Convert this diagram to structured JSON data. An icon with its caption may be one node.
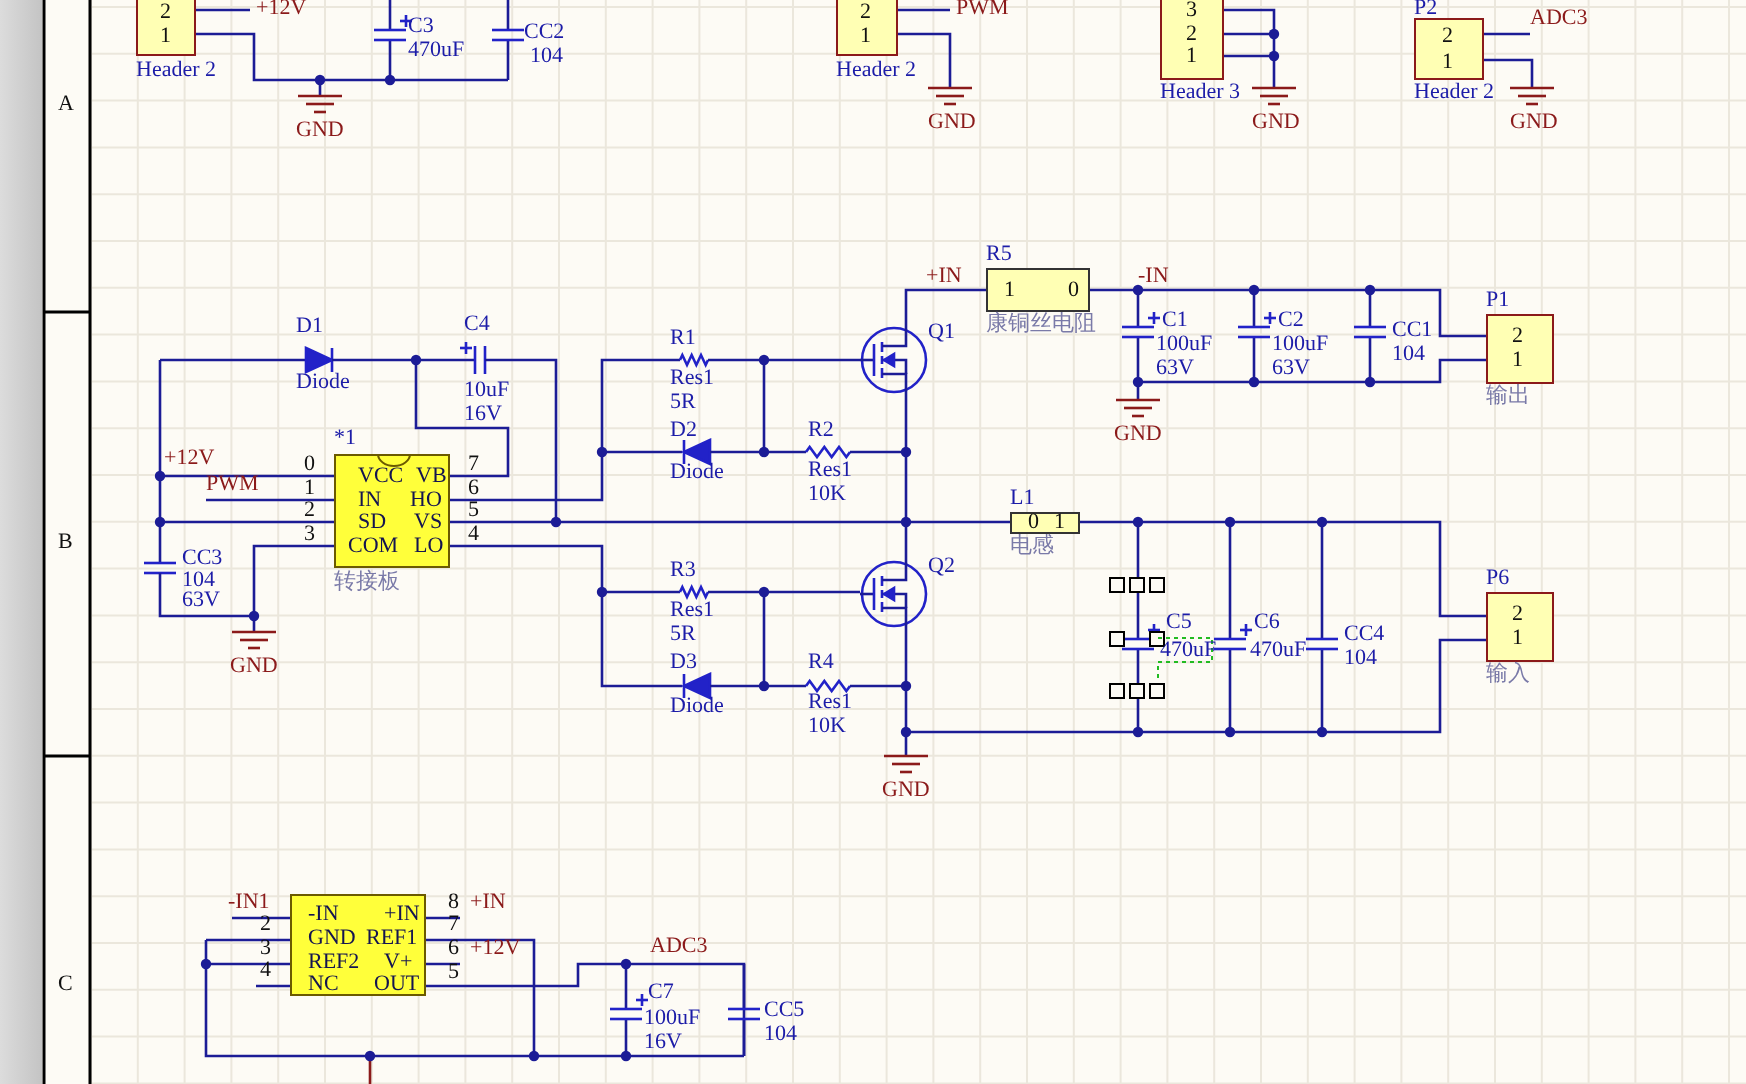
{
  "diagram": {
    "nodes": [
      {
        "text": [
          "2",
          "1"
        ],
        "beside": [
          "Header 2"
        ]
      },
      {
        "text": [
          "2",
          "1"
        ],
        "beside": [
          "Header 2"
        ]
      },
      {
        "text": [
          "3",
          "2",
          "1"
        ],
        "beside": [
          "Header 3"
        ]
      },
      {
        "text": [
          "2",
          "1"
        ],
        "beside": [
          "P2",
          "Header 2"
        ]
      },
      {
        "text": [
          "VCC",
          "VB",
          "IN",
          "HO",
          "SD",
          "VS",
          "COM",
          "LO"
        ],
        "beside": [
          "*1",
          "0",
          "1",
          "2",
          "3",
          "7",
          "6",
          "5",
          "4",
          "转接板"
        ]
      },
      {
        "text": [
          "1",
          "0"
        ],
        "beside": [
          "R5",
          "康铜丝电阻"
        ]
      },
      {
        "text": [
          "2",
          "1"
        ],
        "beside": [
          "P1",
          "输出"
        ]
      },
      {
        "text": [
          "0",
          "1"
        ],
        "beside": [
          "L1",
          "电感"
        ]
      },
      {
        "text": [
          "2",
          "1"
        ],
        "beside": [
          "P6",
          "输入"
        ]
      },
      {
        "text": [
          "-IN",
          "+IN",
          "GND",
          "REF1",
          "REF2",
          "V+",
          "NC",
          "OUT"
        ],
        "beside": [
          "2",
          "3",
          "4",
          "8",
          "7",
          "6",
          "5"
        ]
      }
    ],
    "edges": [
      {
        "from": 5,
        "to": 6,
        "arrow": "none"
      },
      {
        "from": 7,
        "to": 8,
        "arrow": "none"
      },
      {
        "from": 4,
        "to": 7,
        "arrow": "none"
      }
    ],
    "labels": [
      "+12V",
      "C3",
      "470uF",
      "CC2",
      "104",
      "GND",
      "PWM",
      "GND",
      "GND",
      "ADC3",
      "GND",
      "A",
      "D1",
      "Diode",
      "C4",
      "10uF",
      "16V",
      "+12V",
      "PWM",
      "CC3",
      "104",
      "63V",
      "GND",
      "R1",
      "Res1",
      "5R",
      "D2",
      "Diode",
      "R2",
      "Res1",
      "10K",
      "R3",
      "Res1",
      "5R",
      "D3",
      "Diode",
      "R4",
      "Res1",
      "10K",
      "Q1",
      "Q2",
      "+IN",
      "-IN",
      "C1",
      "100uF",
      "63V",
      "C2",
      "100uF",
      "63V",
      "CC1",
      "104",
      "GND",
      "C5",
      "470uF",
      "C6",
      "470uF",
      "CC4",
      "104",
      "GND",
      "B",
      "-IN1",
      "+IN",
      "+12V",
      "ADC3",
      "C7",
      "100uF",
      "16V",
      "CC5",
      "104",
      "C"
    ]
  }
}
